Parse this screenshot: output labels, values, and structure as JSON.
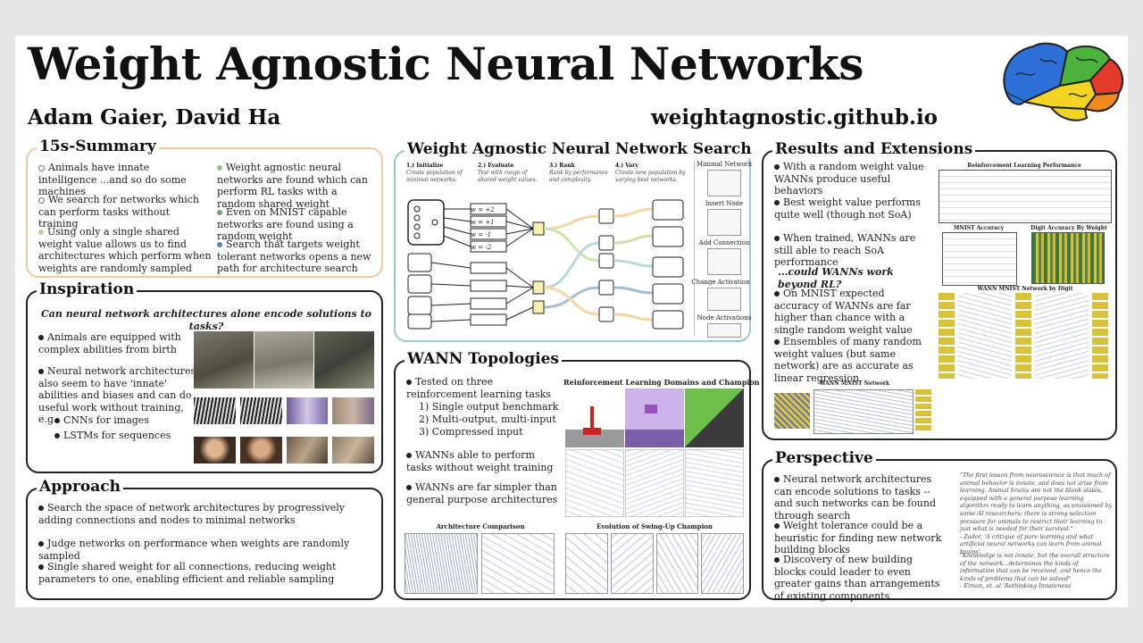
{
  "title": "Weight Agnostic Neural Networks",
  "authors": "Adam Gaier, David Ha",
  "website": "weightagnostic.github.io",
  "colors": {
    "summary_border": "#f4c8a0",
    "search_border": "#9ccad0",
    "brain_blue": "#2c6fd6",
    "brain_green": "#4bb23c",
    "brain_yellow": "#f2d422",
    "brain_red": "#e23b2b",
    "brain_orange": "#f08a1e"
  },
  "summary": {
    "title": "15s-Summary",
    "items": [
      "Animals have innate intelligence ...and so do some machines",
      "We search for networks which can perform tasks without training",
      "Using only a single shared weight value allows us to find architectures which perform when weights are randomly sampled",
      "Weight agnostic neural networks are found which can perform RL tasks with a random shared weight",
      "Even on MNIST capable networks are found using a random weight",
      "Search that targets weight tolerant networks opens a new path for architecture search"
    ]
  },
  "inspiration": {
    "title": "Inspiration",
    "question": "Can neural network architectures alone encode solutions to tasks?",
    "b1": "Animals are equipped with complex abilities from birth",
    "b2": "Neural network architectures also seem to have 'innate' abilities and biases and can do useful work without training, e.g.",
    "s1": "CNNs for images",
    "s2": "LSTMs for sequences"
  },
  "approach": {
    "title": "Approach",
    "items": [
      "Search the space of network architectures by progressively adding connections and nodes to minimal networks",
      "Judge networks on performance when weights are randomly sampled",
      "Single shared weight for all connections, reducing weight parameters to one, enabling efficient and reliable sampling"
    ]
  },
  "search": {
    "title": "Weight Agnostic Neural Network Search",
    "steps": [
      {
        "h": "1.) Initialize",
        "d": "Create population of minimal networks."
      },
      {
        "h": "2.) Evaluate",
        "d": "Test with range of shared weight values."
      },
      {
        "h": "3.) Rank",
        "d": "Rank by performance and complexity."
      },
      {
        "h": "4.) Vary",
        "d": "Create new population by varying best networks."
      }
    ],
    "weights": [
      "w = +2",
      "w = +1",
      "w = -1",
      "w = -2"
    ],
    "side": [
      "Minimal Network",
      "Insert Node",
      "Add Connection",
      "Change Activation",
      "Node Activations"
    ]
  },
  "topologies": {
    "title": "WANN Topologies",
    "b1": "Tested on three reinforcement learning tasks",
    "l1": "1) Single output benchmark",
    "l2": "2) Multi-output, multi-input",
    "l3": "3) Compressed input",
    "b2": "WANNs able to perform tasks without weight training",
    "b3": "WANNs are far simpler than general purpose architectures",
    "champ_title": "Reinforcement Learning Domains and Champion WANNs",
    "arch_title": "Architecture Comparison",
    "evo_title": "Evolution of Swing-Up Champion"
  },
  "results": {
    "title": "Results and Extensions",
    "b1": "With a random weight value WANNs produce useful behaviors",
    "b2": "Best weight value performs quite well (though not SoA)",
    "b3": "When trained, WANNs are still able to reach SoA performance",
    "q": "...could WANNs work beyond RL?",
    "b4": "On MNIST expected accuracy of WANNs are far higher than chance with a single random weight value",
    "b5": "Ensembles of many random weight values (but same network) are as accurate as linear regression",
    "rl_table_title": "Reinforcement Learning Performance",
    "mnist_title": "MNIST Accuracy",
    "digit_title": "Digit Accuracy By Weight",
    "net_title": "WANN MNIST Network by Digit",
    "net2_title": "WANN MNIST Network"
  },
  "perspective": {
    "title": "Perspective",
    "b1": "Neural network architectures can encode solutions to tasks -- and such networks can be found through search",
    "b2": "Weight tolerance could be a heuristic for finding new network building blocks",
    "b3": "Discovery of new building blocks could leader to even greater gains than arrangements of existing components",
    "quote1": "\"The first lesson from neuroscience is that much of animal behavior is innate, and does not arise from learning. Animal brains are not the blank slates, equipped with a general purpose learning algorithm ready to learn anything, as envisioned by some AI researchers; there is strong selection pressure for animals to restrict their learning to just what is needed for their survival.\"",
    "attr1": "- Zador, 'A critique of pure learning and what artificial neural networks can learn from animal brains'",
    "quote2": "\"Knowledge is not innate, but the overall structure of the network...determines the kinds of information that can be received, and hence the kinds of problems that can be solved\"",
    "attr2": "- Elman, et. al 'Rethinking Innateness'"
  }
}
